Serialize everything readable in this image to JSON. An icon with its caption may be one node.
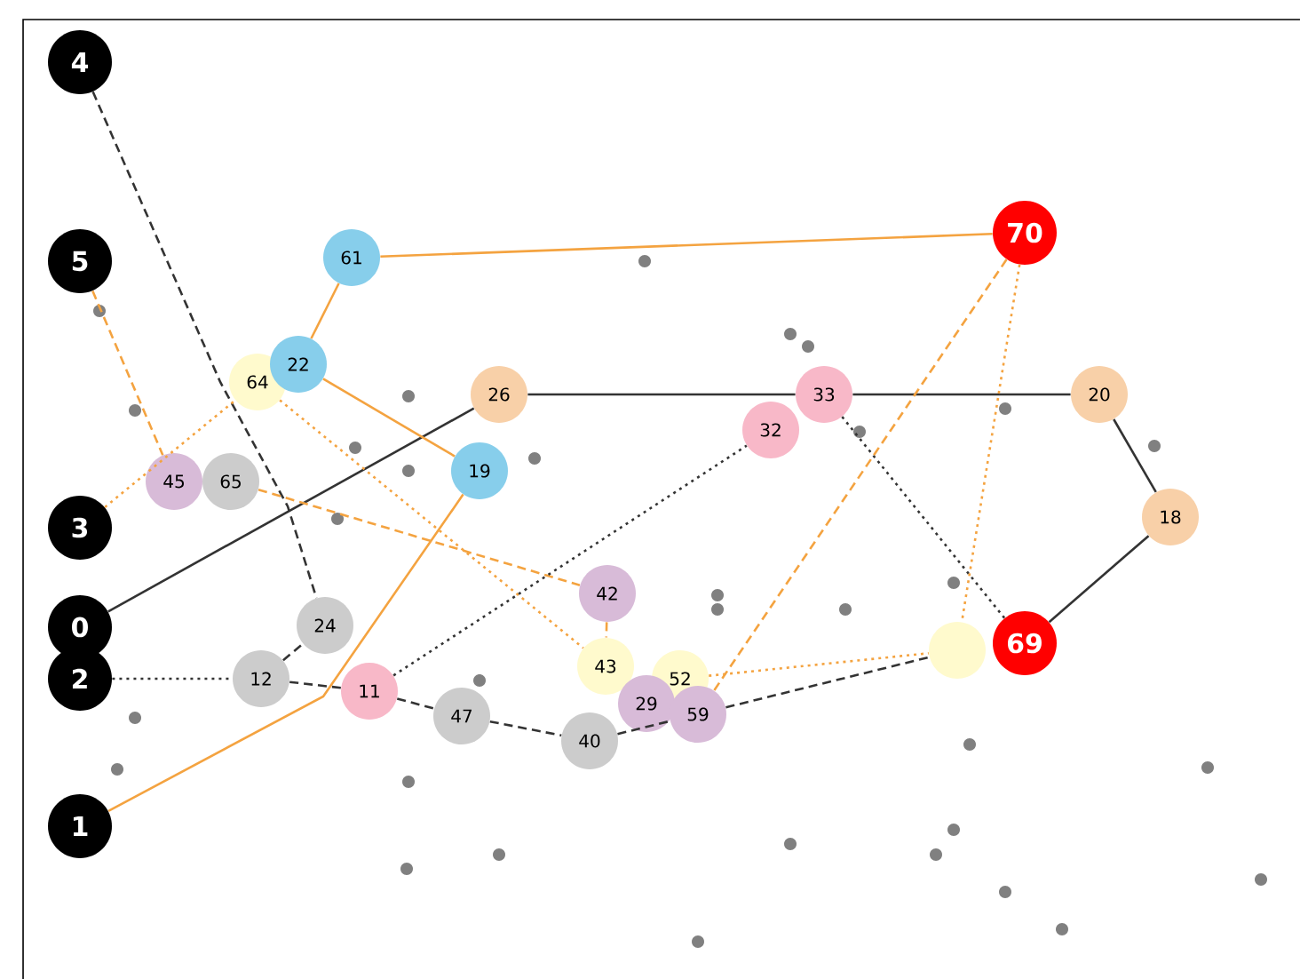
{
  "diagram": {
    "nodes": [
      {
        "text": [
          "4"
        ]
      },
      {
        "text": [
          "5"
        ]
      },
      {
        "text": [
          "3"
        ]
      },
      {
        "text": [
          "0"
        ]
      },
      {
        "text": [
          "2"
        ]
      },
      {
        "text": [
          "1"
        ]
      },
      {
        "text": [
          "61"
        ]
      },
      {
        "text": [
          "70"
        ]
      },
      {
        "text": [
          "22"
        ]
      },
      {
        "text": [
          "64"
        ]
      },
      {
        "text": [
          "26"
        ]
      },
      {
        "text": [
          "33"
        ]
      },
      {
        "text": [
          "20"
        ]
      },
      {
        "text": [
          "32"
        ]
      },
      {
        "text": [
          "19"
        ]
      },
      {
        "text": [
          "45"
        ]
      },
      {
        "text": [
          "65"
        ]
      },
      {
        "text": [
          "18"
        ]
      },
      {
        "text": [
          "42"
        ]
      },
      {
        "text": [
          "24"
        ]
      },
      {
        "text": [],
        "shape": "circle"
      },
      {
        "text": [
          "69"
        ]
      },
      {
        "text": [
          "12"
        ]
      },
      {
        "text": [
          "43"
        ]
      },
      {
        "text": [
          "52"
        ]
      },
      {
        "text": [
          "11"
        ]
      },
      {
        "text": [
          "29"
        ]
      },
      {
        "text": [
          "47"
        ]
      },
      {
        "text": [
          "59"
        ]
      },
      {
        "text": [
          "40"
        ]
      }
    ],
    "edges": [
      {
        "from": 0,
        "to": 19,
        "arrow": "none",
        "style": "dashed"
      },
      {
        "from": 1,
        "to": 15,
        "arrow": "none",
        "style": "dashed",
        "color": "#f4a340"
      },
      {
        "from": 2,
        "to": 9,
        "arrow": "none",
        "style": "dashed",
        "color": "#f4a340"
      },
      {
        "from": 3,
        "to": 10,
        "arrow": "none"
      },
      {
        "from": 4,
        "to": 22,
        "arrow": "none",
        "style": "dashed"
      },
      {
        "from": 5,
        "to": 14,
        "arrow": "none",
        "color": "#f4a340"
      },
      {
        "from": 6,
        "to": 7,
        "arrow": "none",
        "color": "#f4a340"
      },
      {
        "from": 6,
        "to": 8,
        "arrow": "none",
        "color": "#f4a340"
      },
      {
        "from": 8,
        "to": 14,
        "arrow": "none",
        "color": "#f4a340"
      },
      {
        "from": 10,
        "to": 11,
        "arrow": "none"
      },
      {
        "from": 11,
        "to": 12,
        "arrow": "none"
      },
      {
        "from": 12,
        "to": 17,
        "arrow": "none"
      },
      {
        "from": 17,
        "to": 21,
        "arrow": "none"
      },
      {
        "from": 9,
        "to": 23,
        "arrow": "none",
        "style": "dashed",
        "color": "#f4a340"
      },
      {
        "from": 16,
        "to": 18,
        "arrow": "none",
        "style": "dashed",
        "color": "#f4a340"
      },
      {
        "from": 18,
        "to": 23,
        "arrow": "none",
        "style": "dashed",
        "color": "#f4a340"
      },
      {
        "from": 22,
        "to": 19,
        "arrow": "none",
        "style": "dashed"
      },
      {
        "from": 22,
        "to": 25,
        "arrow": "none",
        "style": "dashed"
      },
      {
        "from": 25,
        "to": 27,
        "arrow": "none",
        "style": "dashed"
      },
      {
        "from": 27,
        "to": 29,
        "arrow": "none",
        "style": "dashed"
      },
      {
        "from": 29,
        "to": 28,
        "arrow": "none",
        "style": "dashed"
      },
      {
        "from": 28,
        "to": 20,
        "arrow": "none",
        "style": "dashed"
      },
      {
        "from": 25,
        "to": 13,
        "arrow": "none",
        "style": "dashed"
      },
      {
        "from": 11,
        "to": 21,
        "arrow": "none",
        "style": "dashed"
      },
      {
        "from": 7,
        "to": 28,
        "arrow": "none",
        "style": "dashed",
        "color": "#f4a340"
      },
      {
        "from": 7,
        "to": 20,
        "arrow": "none",
        "style": "dashed",
        "color": "#f4a340"
      },
      {
        "from": 24,
        "to": 20,
        "arrow": "none",
        "style": "dashed",
        "color": "#f4a340"
      }
    ]
  }
}
